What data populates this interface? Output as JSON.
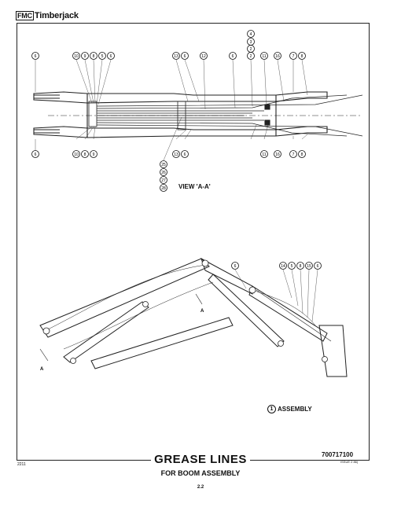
{
  "header": {
    "brand_prefix": "FMC",
    "brand_name": "Timberjack"
  },
  "view_label": "VIEW 'A-A'",
  "top_callouts": [
    "6",
    "10",
    "9",
    "8",
    "5",
    "6",
    "13",
    "6",
    "12",
    "6",
    "2",
    "11",
    "16",
    "7",
    "8"
  ],
  "callout_stack": [
    "4",
    "3",
    "2"
  ],
  "bottom_callouts": [
    "6",
    "10",
    "8",
    "9",
    "13",
    "6",
    "11",
    "16",
    "7",
    "8"
  ],
  "left_stack": [
    "25",
    "26",
    "27",
    "28"
  ],
  "side_callouts": [
    "6",
    "14",
    "5",
    "8",
    "15",
    "6"
  ],
  "section_marker": "A",
  "assembly": {
    "num": "1",
    "label": "ASSEMBLY"
  },
  "footer": {
    "title": "GREASE LINES",
    "subtitle": "FOR BOOM ASSEMBLY",
    "page": "2.2",
    "part_number": "700717100",
    "issue": "ISSUE 2 86)",
    "sheet": "2211"
  }
}
